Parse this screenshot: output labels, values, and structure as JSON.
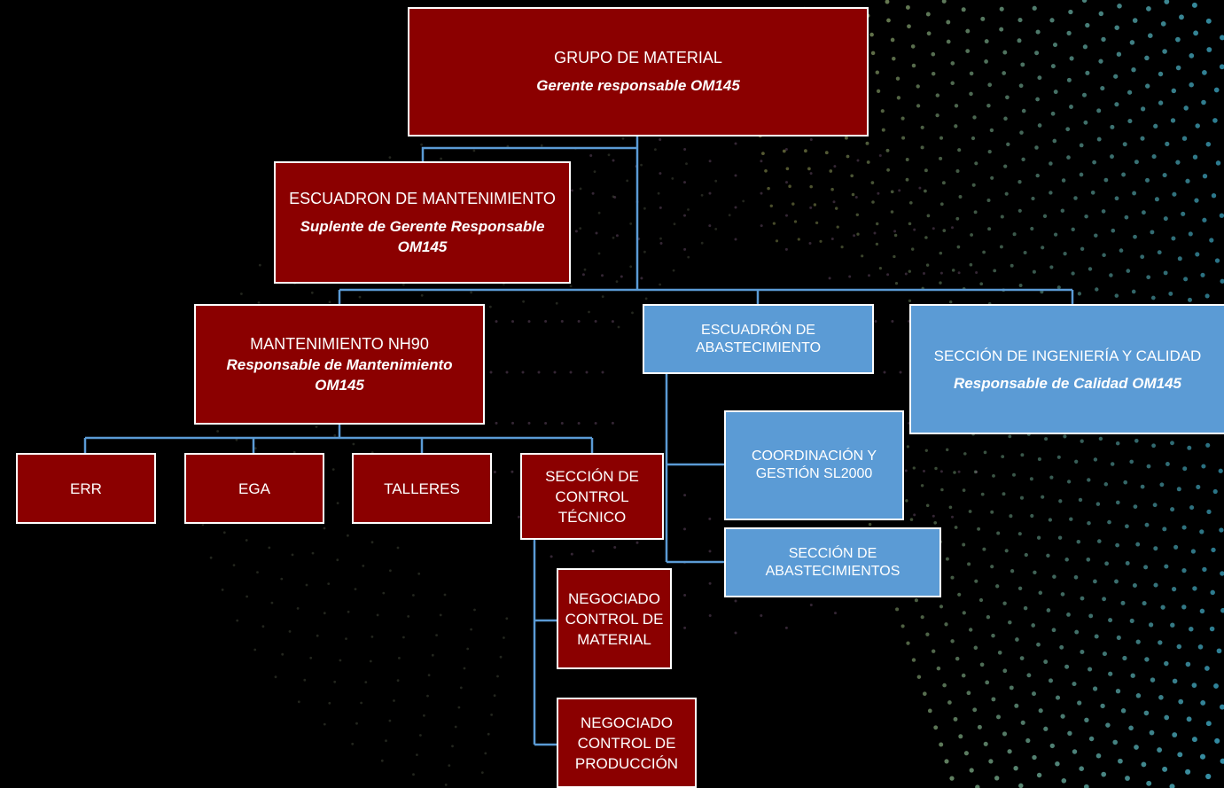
{
  "colors": {
    "background": "#000000",
    "red_box": "#8b0000",
    "blue_box": "#5b9bd5",
    "connector": "#5b9bd5",
    "border": "#ffffff"
  },
  "nodes": {
    "grupo_material": {
      "title": "GRUPO DE MATERIAL",
      "subtitle": "Gerente responsable OM145"
    },
    "escuadron_mantenimiento": {
      "title": "ESCUADRON DE MANTENIMIENTO",
      "subtitle": "Suplente de Gerente Responsable\nOM145"
    },
    "mantenimiento_nh90": {
      "title": "MANTENIMIENTO NH90",
      "subtitle": "Responsable de Mantenimiento\nOM145"
    },
    "escuadron_abastecimiento": {
      "title": "ESCUADRÓN DE\nABASTECIMIENTO"
    },
    "seccion_ingenieria": {
      "title": "SECCIÓN DE INGENIERÍA Y CALIDAD",
      "subtitle": "Responsable de Calidad OM145"
    },
    "err": {
      "title": "ERR"
    },
    "ega": {
      "title": "EGA"
    },
    "talleres": {
      "title": "TALLERES"
    },
    "seccion_control_tecnico": {
      "title": "SECCIÓN DE\nCONTROL\nTÉCNICO"
    },
    "coordinacion_gestion": {
      "title": "COORDINACIÓN Y\nGESTIÓN SL2000"
    },
    "seccion_abastecimientos": {
      "title": "SECCIÓN DE\nABASTECIMIENTOS"
    },
    "negociado_material": {
      "title": "NEGOCIADO\nCONTROL DE\nMATERIAL"
    },
    "negociado_produccion": {
      "title": "NEGOCIADO\nCONTROL DE\nPRODUCCIÓN"
    }
  }
}
